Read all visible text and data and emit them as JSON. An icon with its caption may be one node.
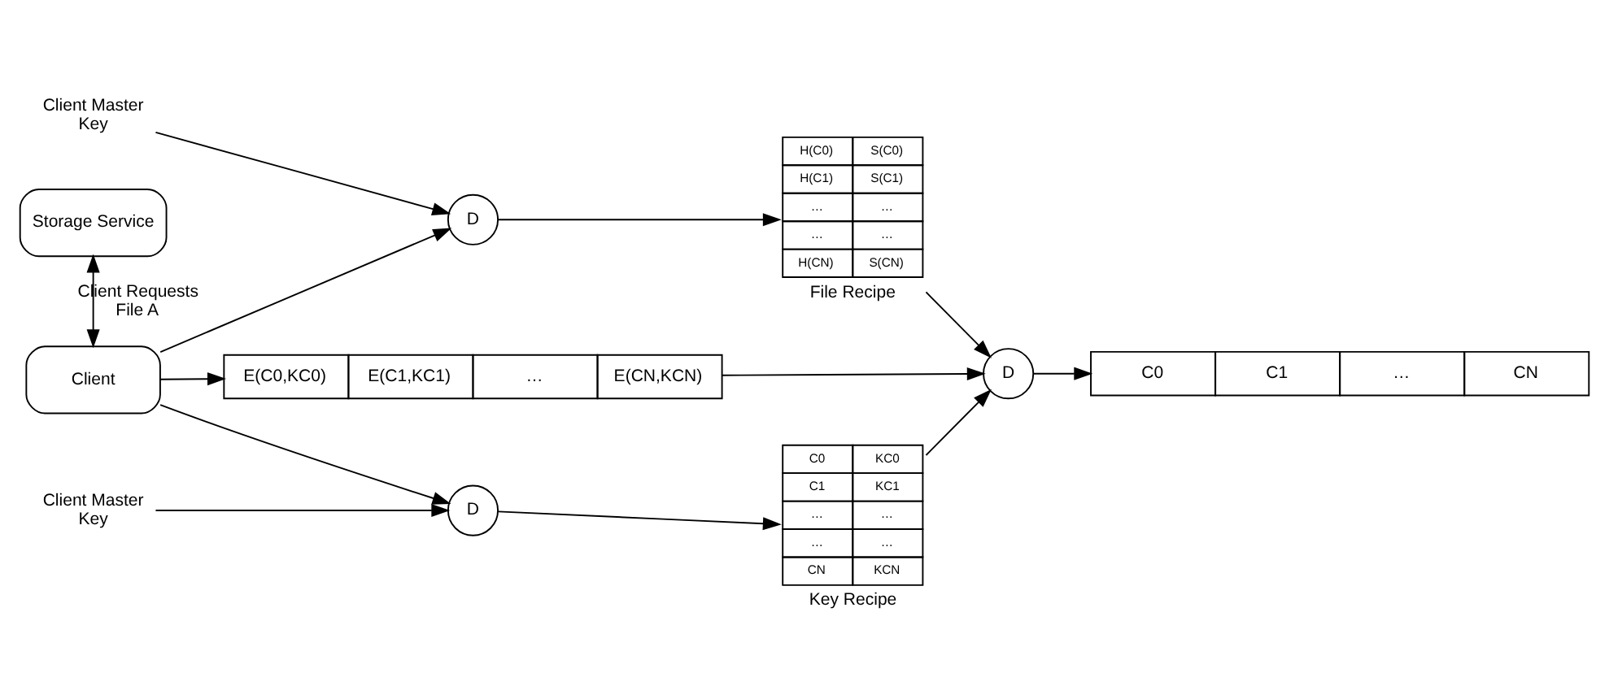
{
  "diagram": {
    "nodes": [
      {
        "text": [
          "Storage Service"
        ]
      },
      {
        "text": [
          "Client"
        ]
      },
      {
        "text": [
          "Client Master Key"
        ]
      },
      {
        "text": [
          "D"
        ]
      },
      {
        "text": [
          "H(C0)",
          "S(C0)",
          "H(C1)",
          "S(C1)",
          "…",
          "…",
          "…",
          "…",
          "H(CN)",
          "S(CN)"
        ],
        "beside": [
          "File Recipe"
        ]
      },
      {
        "text": [
          "E(C0,KC0)",
          "E(C1,KC1)",
          "…",
          "E(CN,KCN)"
        ]
      },
      {
        "text": [
          "D"
        ]
      },
      {
        "text": [
          "C0",
          "C1",
          "…",
          "CN"
        ]
      },
      {
        "text": [
          "D"
        ]
      },
      {
        "text": [
          "C0",
          "KC0",
          "C1",
          "KC1",
          "…",
          "…",
          "…",
          "…",
          "CN",
          "KCN"
        ],
        "beside": [
          "Key Recipe"
        ]
      },
      {
        "text": [
          "Client Master Key"
        ]
      }
    ],
    "edges": [
      {
        "from": 0,
        "to": 1,
        "arrow": "both",
        "label": "Client Requests File A"
      },
      {
        "from": 1,
        "to": 3,
        "arrow": "to"
      },
      {
        "from": 1,
        "to": 5,
        "arrow": "to"
      },
      {
        "from": 1,
        "to": 8,
        "arrow": "to"
      },
      {
        "from": 2,
        "to": 3,
        "arrow": "to"
      },
      {
        "from": 3,
        "to": 4,
        "arrow": "to"
      },
      {
        "from": 4,
        "to": 6,
        "arrow": "to"
      },
      {
        "from": 5,
        "to": 6,
        "arrow": "to"
      },
      {
        "from": 6,
        "to": 7,
        "arrow": "to"
      },
      {
        "from": 10,
        "to": 8,
        "arrow": "to"
      },
      {
        "from": 8,
        "to": 9,
        "arrow": "to"
      },
      {
        "from": 9,
        "to": 6,
        "arrow": "to"
      }
    ]
  }
}
